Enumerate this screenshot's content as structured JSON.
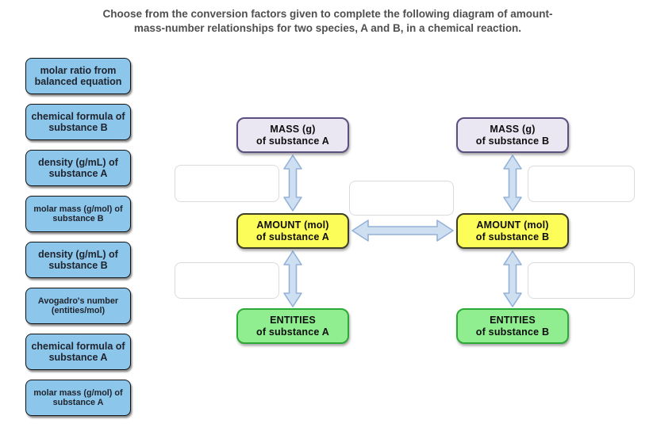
{
  "title": "Choose from the conversion factors given to complete the following diagram of amount-mass-number relationships for two species, A and B, in a chemical reaction.",
  "colors": {
    "tile_fill": "#8CC6EA",
    "mass_fill": "#EAE6F2",
    "mass_border": "#5C5080",
    "amount_fill": "#FDFD59",
    "amount_border": "#3F3F28",
    "entities_fill": "#90EE90",
    "entities_border": "#2EA836",
    "arrow_fill": "#CEDFF2",
    "arrow_border": "#94B2D8",
    "dropzone_border": "#DBDBDB"
  },
  "bank": {
    "items": [
      {
        "label": "molar ratio from balanced equation",
        "small": false
      },
      {
        "label": "chemical formula of substance B",
        "small": false
      },
      {
        "label": "density (g/mL) of substance A",
        "small": false
      },
      {
        "label": "molar mass (g/mol) of substance B",
        "small": true
      },
      {
        "label": "density (g/mL) of substance B",
        "small": false
      },
      {
        "label": "Avogadro's number (entities/mol)",
        "small": true
      },
      {
        "label": "chemical formula of substance A",
        "small": false
      },
      {
        "label": "molar mass (g/mol) of substance A",
        "small": true
      }
    ]
  },
  "diagram": {
    "mass_a": {
      "line1": "MASS (g)",
      "line2": "of substance A"
    },
    "mass_b": {
      "line1": "MASS (g)",
      "line2": "of substance B"
    },
    "amount_a": {
      "line1": "AMOUNT (mol)",
      "line2": "of substance A"
    },
    "amount_b": {
      "line1": "AMOUNT (mol)",
      "line2": "of substance B"
    },
    "entities_a": {
      "line1": "ENTITIES",
      "line2": "of substance A"
    },
    "entities_b": {
      "line1": "ENTITIES",
      "line2": "of substance B"
    },
    "dropzones": {
      "mass_amount_a": {
        "value": ""
      },
      "amount_amount": {
        "value": ""
      },
      "mass_amount_b": {
        "value": ""
      },
      "amount_entities_a": {
        "value": ""
      },
      "amount_entities_b": {
        "value": ""
      }
    }
  }
}
